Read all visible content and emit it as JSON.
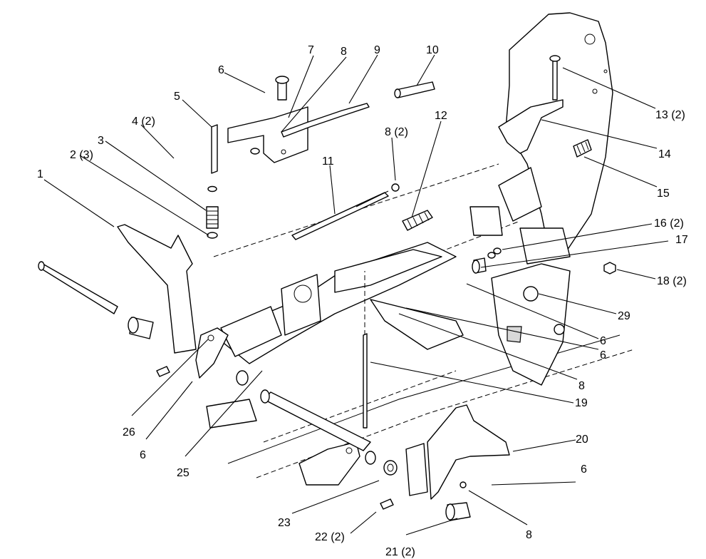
{
  "callouts": [
    {
      "id": "c1",
      "label": "1"
    },
    {
      "id": "c2",
      "label": "2 (3)"
    },
    {
      "id": "c3",
      "label": "3"
    },
    {
      "id": "c4",
      "label": "4 (2)"
    },
    {
      "id": "c5",
      "label": "5"
    },
    {
      "id": "c6a",
      "label": "6"
    },
    {
      "id": "c7",
      "label": "7"
    },
    {
      "id": "c8a",
      "label": "8"
    },
    {
      "id": "c9",
      "label": "9"
    },
    {
      "id": "c10",
      "label": "10"
    },
    {
      "id": "c8b",
      "label": "8 (2)"
    },
    {
      "id": "c12",
      "label": "12"
    },
    {
      "id": "c11",
      "label": "11"
    },
    {
      "id": "c13",
      "label": "13 (2)"
    },
    {
      "id": "c14",
      "label": "14"
    },
    {
      "id": "c15",
      "label": "15"
    },
    {
      "id": "c16",
      "label": "16 (2)"
    },
    {
      "id": "c17",
      "label": "17"
    },
    {
      "id": "c18",
      "label": "18 (2)"
    },
    {
      "id": "c29",
      "label": "29"
    },
    {
      "id": "c6b",
      "label": "6"
    },
    {
      "id": "c6c",
      "label": "6"
    },
    {
      "id": "c8c",
      "label": "8"
    },
    {
      "id": "c19",
      "label": "19"
    },
    {
      "id": "c20",
      "label": "20"
    },
    {
      "id": "c6d",
      "label": "6"
    },
    {
      "id": "c8d",
      "label": "8"
    },
    {
      "id": "c21",
      "label": "21 (2)"
    },
    {
      "id": "c22",
      "label": "22 (2)"
    },
    {
      "id": "c23",
      "label": "23"
    },
    {
      "id": "c25",
      "label": "25"
    },
    {
      "id": "c6e",
      "label": "6"
    },
    {
      "id": "c26",
      "label": "26"
    }
  ]
}
